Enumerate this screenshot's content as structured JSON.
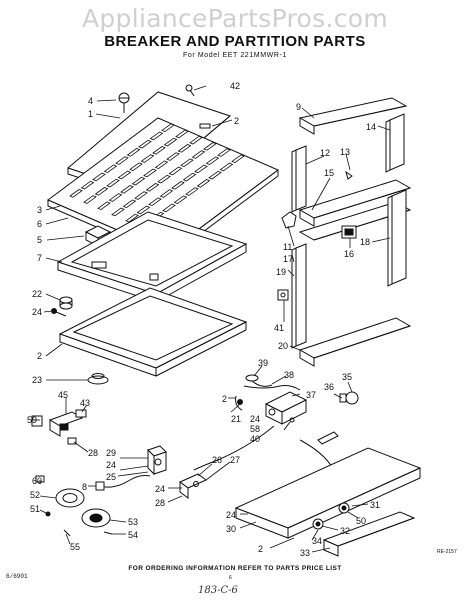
{
  "watermark": "AppliancePartsPros.com",
  "title": "BREAKER AND PARTITION PARTS",
  "model": "For Model EET 221MMWR-1",
  "footer_note": "FOR ORDERING INFORMATION REFER TO PARTS PRICE LIST",
  "code_left": "6/6901",
  "code_center": "6",
  "code_right": "RE-2157",
  "handwritten": "183-C-6",
  "callouts": [
    {
      "id": "c42",
      "text": "42"
    },
    {
      "id": "c4",
      "text": "4"
    },
    {
      "id": "c1",
      "text": "1"
    },
    {
      "id": "c2a",
      "text": "2"
    },
    {
      "id": "c3",
      "text": "3"
    },
    {
      "id": "c6",
      "text": "6"
    },
    {
      "id": "c5",
      "text": "5"
    },
    {
      "id": "c7",
      "text": "7"
    },
    {
      "id": "c22",
      "text": "22"
    },
    {
      "id": "c24a",
      "text": "24"
    },
    {
      "id": "c2b",
      "text": "2"
    },
    {
      "id": "c23",
      "text": "23"
    },
    {
      "id": "c9",
      "text": "9"
    },
    {
      "id": "c14",
      "text": "14"
    },
    {
      "id": "c12",
      "text": "12"
    },
    {
      "id": "c13",
      "text": "13"
    },
    {
      "id": "c15",
      "text": "15"
    },
    {
      "id": "c11",
      "text": "11"
    },
    {
      "id": "c17",
      "text": "17"
    },
    {
      "id": "c16",
      "text": "16"
    },
    {
      "id": "c18",
      "text": "18"
    },
    {
      "id": "c19",
      "text": "19"
    },
    {
      "id": "c41",
      "text": "41"
    },
    {
      "id": "c20",
      "text": "20"
    },
    {
      "id": "c39",
      "text": "39"
    },
    {
      "id": "c38",
      "text": "38"
    },
    {
      "id": "c35",
      "text": "35"
    },
    {
      "id": "c36",
      "text": "36"
    },
    {
      "id": "c37",
      "text": "37"
    },
    {
      "id": "c2c",
      "text": "2"
    },
    {
      "id": "c21",
      "text": "21"
    },
    {
      "id": "c24b",
      "text": "24"
    },
    {
      "id": "c58",
      "text": "58"
    },
    {
      "id": "c40",
      "text": "40"
    },
    {
      "id": "c45",
      "text": "45"
    },
    {
      "id": "c43",
      "text": "43"
    },
    {
      "id": "c59",
      "text": "59"
    },
    {
      "id": "c28a",
      "text": "28"
    },
    {
      "id": "c29",
      "text": "29"
    },
    {
      "id": "c24c",
      "text": "24"
    },
    {
      "id": "c25",
      "text": "25"
    },
    {
      "id": "c8",
      "text": "8"
    },
    {
      "id": "c26",
      "text": "26"
    },
    {
      "id": "c27",
      "text": "27"
    },
    {
      "id": "c60",
      "text": "60"
    },
    {
      "id": "c52",
      "text": "52"
    },
    {
      "id": "c51",
      "text": "51"
    },
    {
      "id": "c24d",
      "text": "24"
    },
    {
      "id": "c28b",
      "text": "28"
    },
    {
      "id": "c53",
      "text": "53"
    },
    {
      "id": "c54",
      "text": "54"
    },
    {
      "id": "c55",
      "text": "55"
    },
    {
      "id": "c24e",
      "text": "24"
    },
    {
      "id": "c30",
      "text": "30"
    },
    {
      "id": "c2d",
      "text": "2"
    },
    {
      "id": "c34",
      "text": "34"
    },
    {
      "id": "c32",
      "text": "32"
    },
    {
      "id": "c50",
      "text": "50"
    },
    {
      "id": "c31",
      "text": "31"
    },
    {
      "id": "c33",
      "text": "33"
    }
  ]
}
